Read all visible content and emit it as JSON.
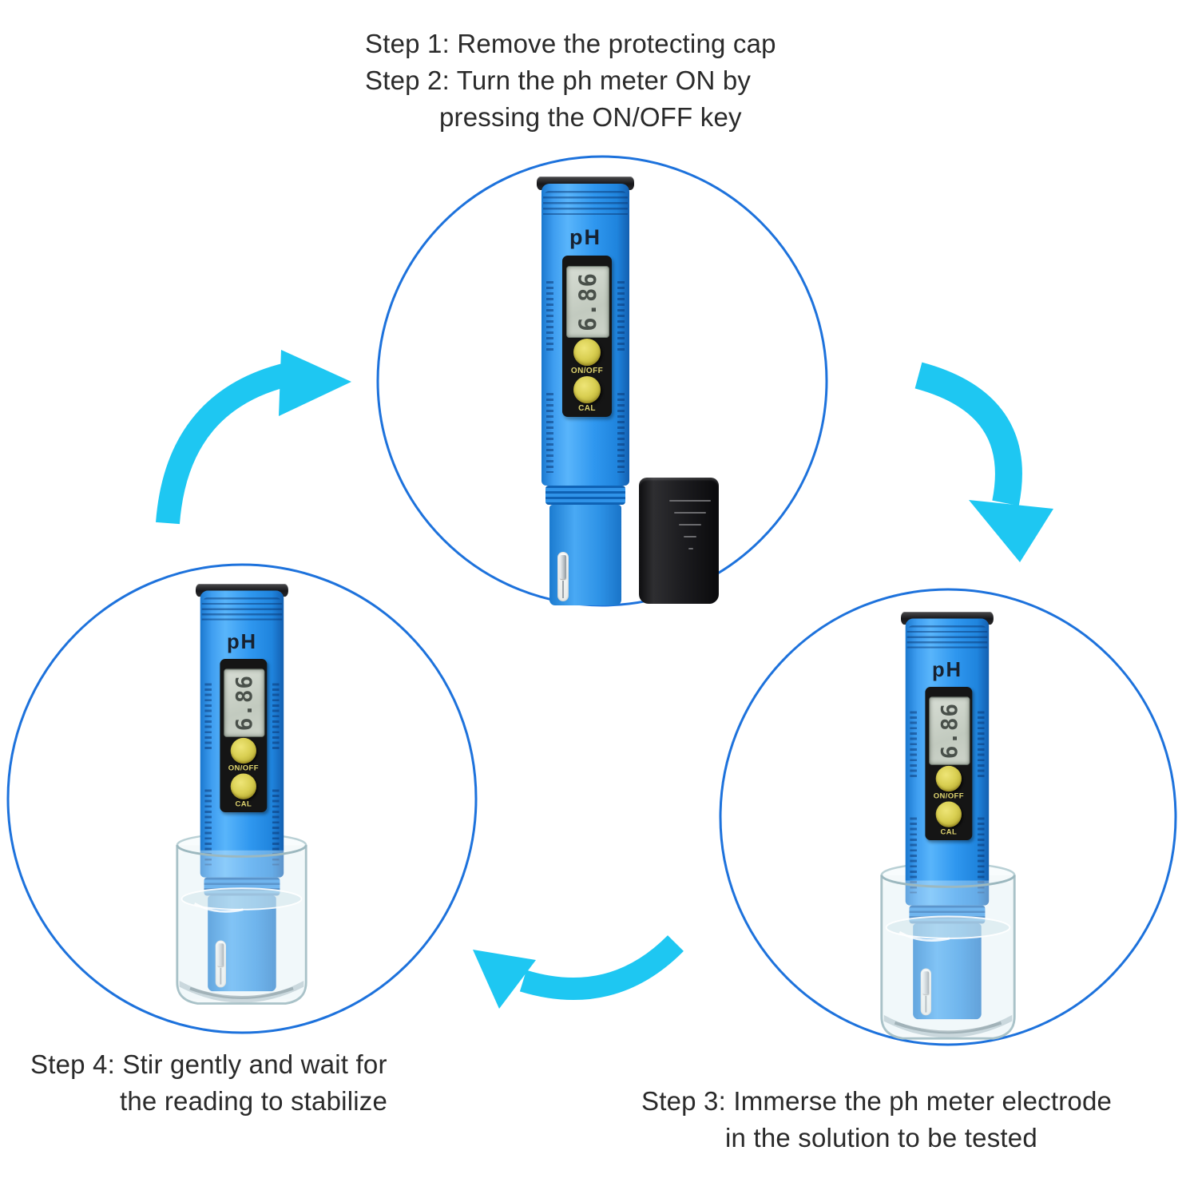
{
  "caption_top": {
    "line1": "Step 1: Remove the protecting cap",
    "line2": "Step 2: Turn the ph meter ON by",
    "line3": "pressing the ON/OFF key"
  },
  "caption_step3": {
    "line1": "Step 3: Immerse the ph meter electrode",
    "line2": "in the solution to be tested"
  },
  "caption_step4": {
    "line1": "Step 4: Stir gently and wait for",
    "line2": "the reading to stabilize"
  },
  "meter": {
    "brand_label": "pH",
    "display_value": "6.86",
    "button_on_off": "ON/OFF",
    "button_cal": "CAL"
  },
  "colors": {
    "ring_blue": "#1d72dc",
    "arrow_cyan": "#1ec7f2",
    "meter_blue": "#2f97ef",
    "button_yellow": "#d9cf52",
    "panel_black": "#151515",
    "lcd_gray": "#c9d0c6",
    "text_dark": "#2a2a2a"
  }
}
